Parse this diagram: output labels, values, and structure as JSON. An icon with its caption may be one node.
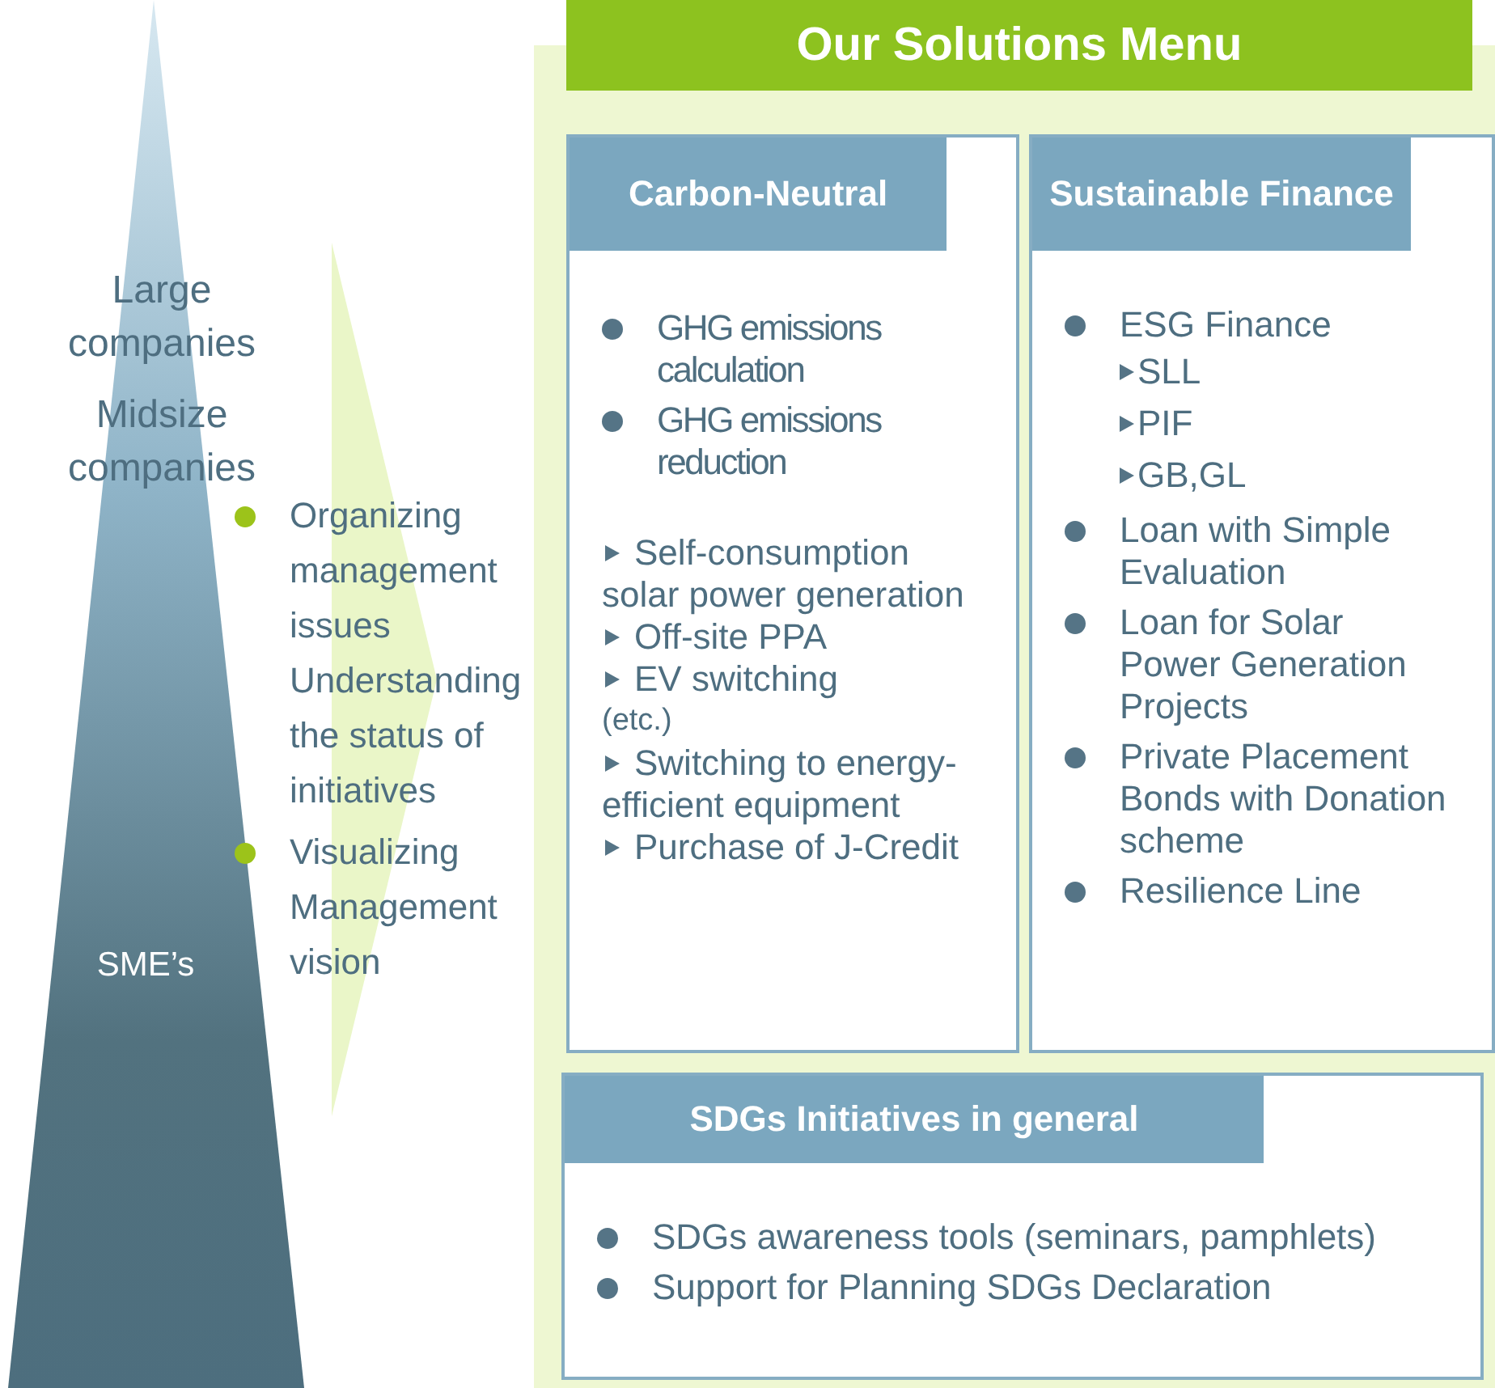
{
  "diagram": {
    "nodes": [
      {
        "text": [
          "Large companies",
          "Midsize companies",
          "SME’s"
        ]
      },
      {
        "text": [
          "Organizing management issues Understanding the status of initiatives",
          "Visualizing Management vision"
        ]
      },
      {
        "text": [
          "Our Solutions Menu"
        ]
      },
      {
        "text": [
          "Carbon-Neutral",
          "GHG emissions calculation",
          "GHG emissions reduction",
          "Self-consumption solar power generation",
          "Off-site PPA",
          "EV switching",
          "(etc.)",
          "Switching to energy-efficient equipment",
          "Purchase of J-Credit"
        ],
        "in": 2
      },
      {
        "text": [
          "Sustainable Finance",
          "ESG Finance",
          "SLL",
          "PIF",
          "GB,GL",
          "Loan with Simple Evaluation",
          "Loan for Solar Power Generation Projects",
          "Private Placement Bonds with Donation scheme",
          "Resilience Line"
        ],
        "in": 2
      },
      {
        "text": [
          "SDGs Initiatives in general",
          "SDGs awareness tools (seminars, pamphlets)",
          "Support for Planning SDGs Declaration"
        ],
        "in": 2
      }
    ]
  }
}
